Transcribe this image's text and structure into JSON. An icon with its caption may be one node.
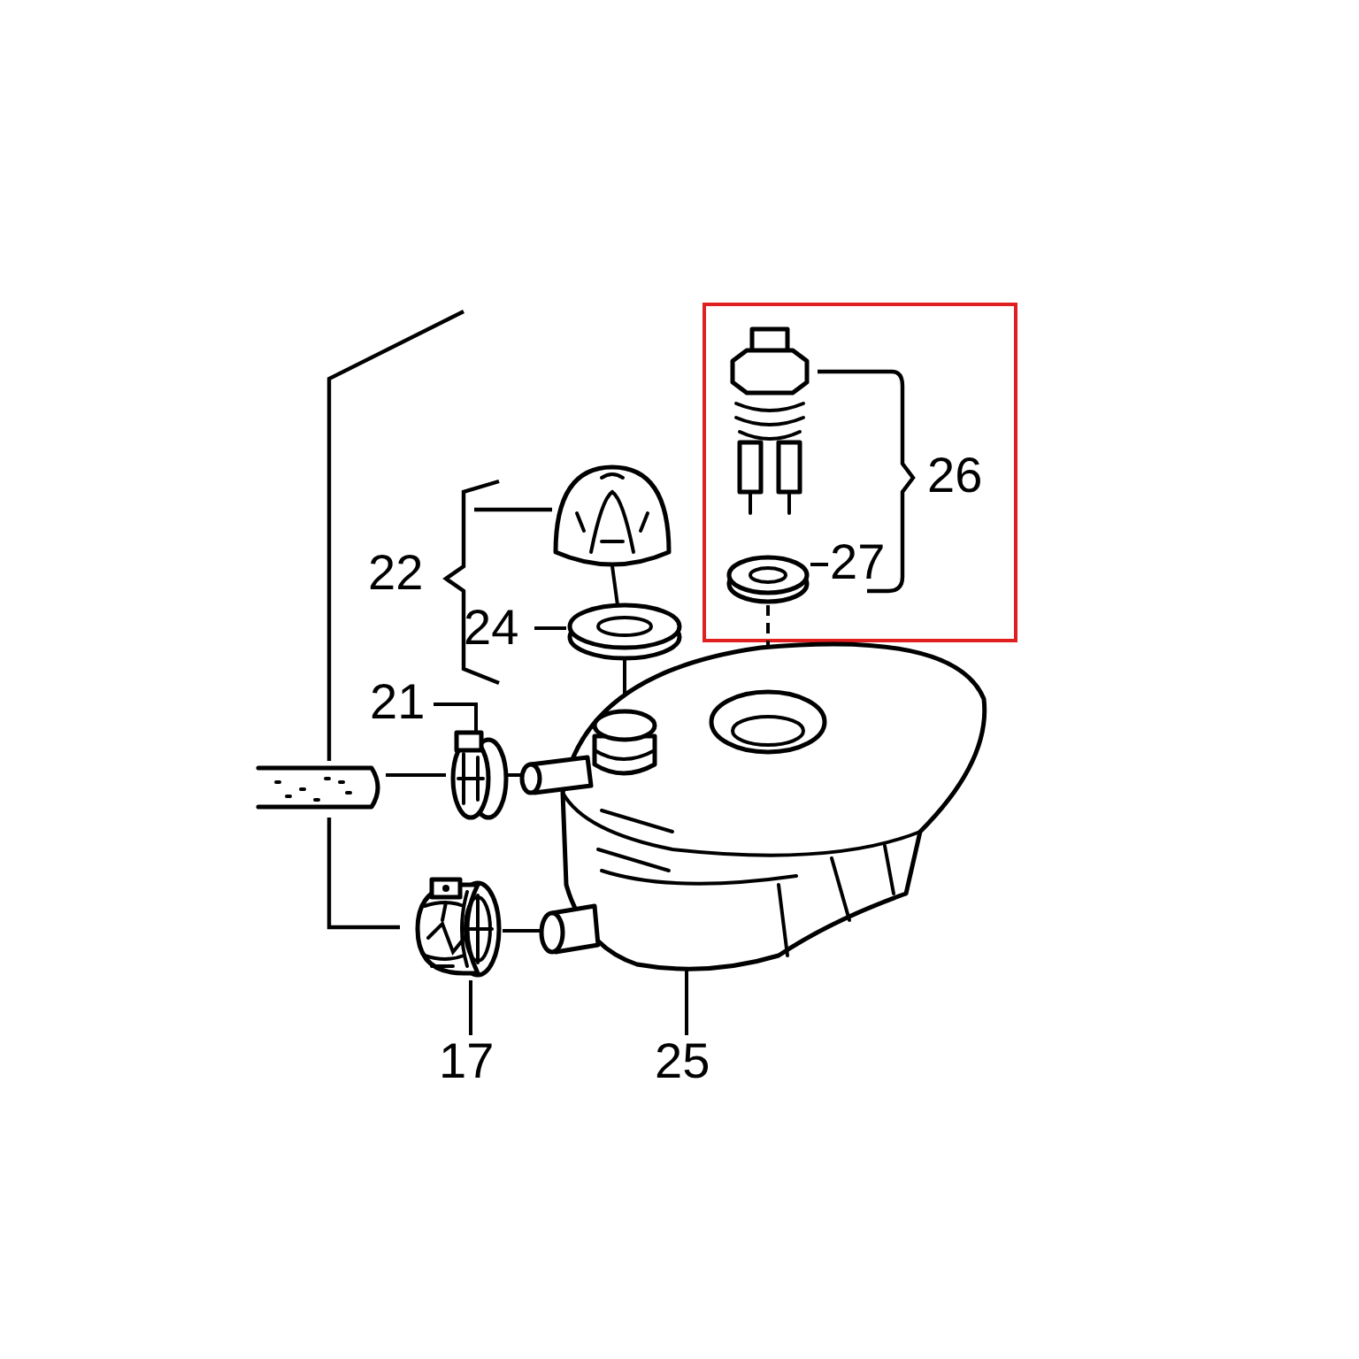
{
  "diagram": {
    "nodes": [
      {
        "text": [
          "22"
        ]
      },
      {
        "text": [
          "24"
        ]
      },
      {
        "text": [
          "21"
        ]
      },
      {
        "text": [
          "17"
        ]
      },
      {
        "text": [
          "25"
        ]
      },
      {
        "text": [
          "26"
        ]
      },
      {
        "text": [
          "27"
        ]
      },
      {
        "text": [],
        "shape": "picture"
      },
      {
        "text": [],
        "shape": "picture"
      },
      {
        "text": [],
        "shape": "picture"
      },
      {
        "text": [],
        "shape": "picture"
      },
      {
        "text": [],
        "shape": "picture"
      },
      {
        "text": [],
        "shape": "picture"
      },
      {
        "text": [],
        "shape": "picture"
      },
      {
        "text": [],
        "shape": "picture"
      }
    ],
    "edges": [
      {
        "from": 1,
        "to": 8,
        "arrow": "none"
      },
      {
        "from": 2,
        "to": 9,
        "arrow": "none"
      },
      {
        "from": 3,
        "to": 10,
        "arrow": "none"
      },
      {
        "from": 4,
        "to": 11,
        "arrow": "none"
      },
      {
        "from": 6,
        "to": 13,
        "arrow": "none"
      },
      {
        "from": 7,
        "to": 8,
        "arrow": "none"
      },
      {
        "from": 8,
        "to": 11,
        "arrow": "none"
      },
      {
        "from": 13,
        "to": 11,
        "arrow": "none",
        "style": "dashed"
      },
      {
        "from": 14,
        "to": 9,
        "arrow": "none"
      },
      {
        "from": 9,
        "to": 11,
        "arrow": "none"
      },
      {
        "from": 10,
        "to": 11,
        "arrow": "none"
      }
    ]
  }
}
